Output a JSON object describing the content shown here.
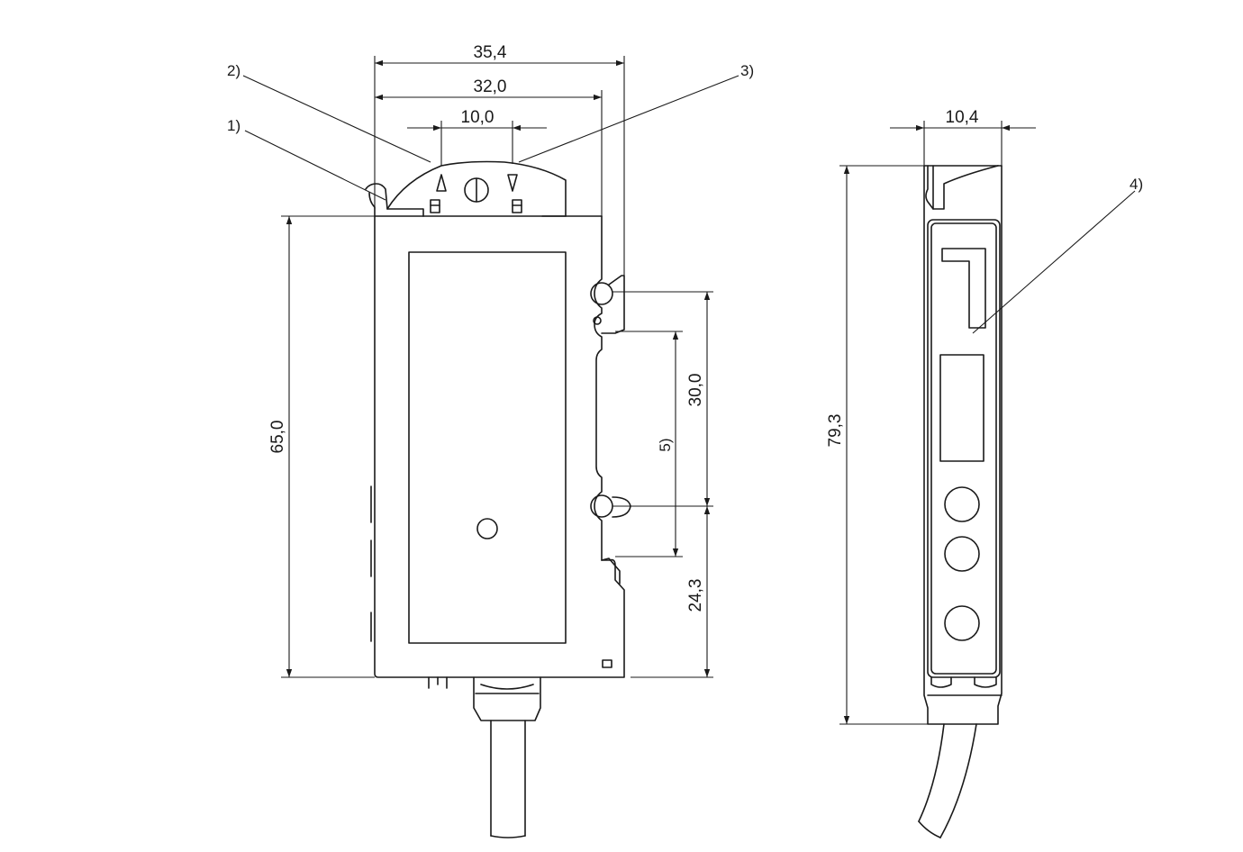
{
  "front_view": {
    "dimensions": {
      "width_overall": "35,4",
      "width_body": "32,0",
      "led_spacing": "10,0",
      "height_body": "65,0",
      "hole_spacing": "30,0",
      "hole_to_bottom": "24,3"
    },
    "callouts": [
      "1)",
      "2)",
      "3)",
      "5)"
    ]
  },
  "side_view": {
    "dimensions": {
      "thickness": "10,4",
      "height_total": "79,3"
    },
    "callouts": [
      "4)"
    ]
  }
}
